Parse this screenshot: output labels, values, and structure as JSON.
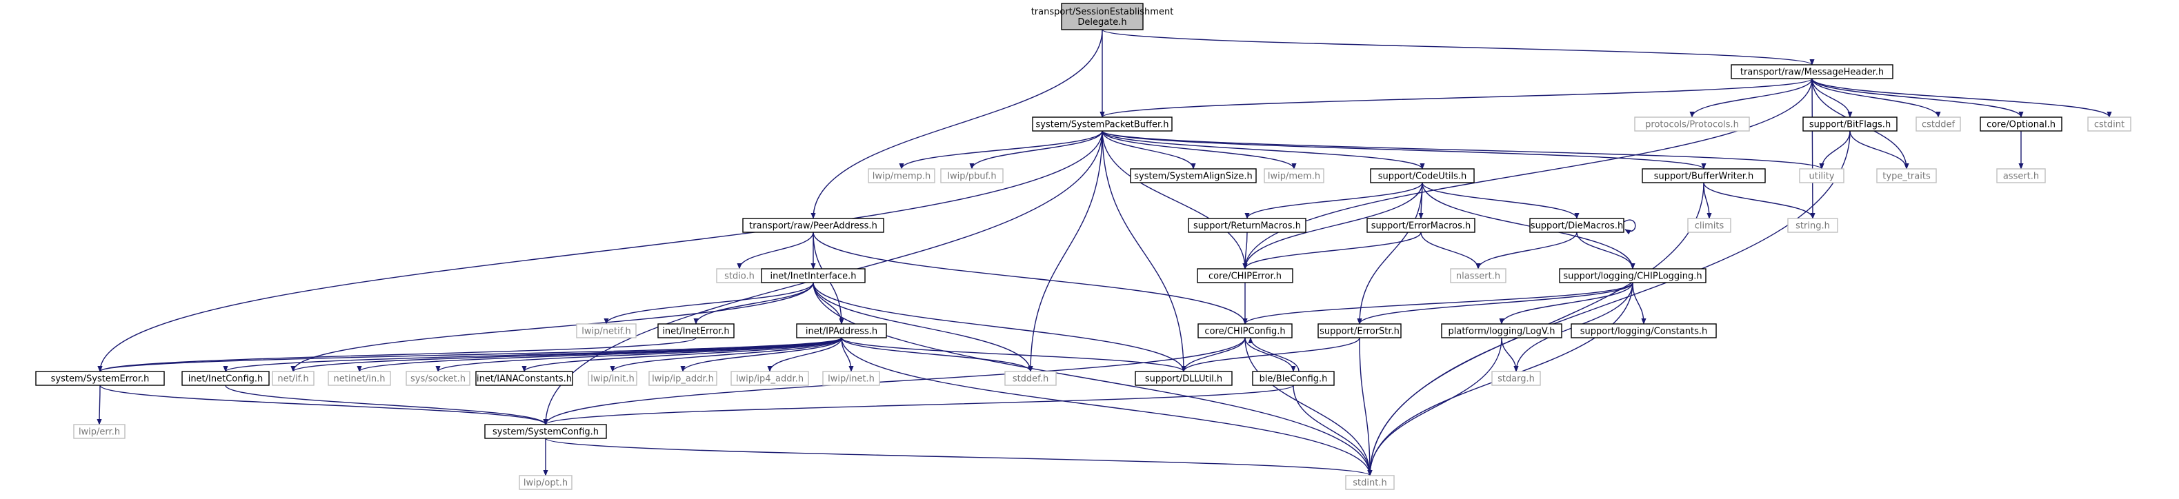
{
  "nodes": [
    {
      "id": "root",
      "label": "transport/SessionEstablishment\nDelegate.h",
      "kind": "root"
    },
    {
      "id": "mh",
      "label": "transport/raw/MessageHeader.h",
      "kind": "doc"
    },
    {
      "id": "spb",
      "label": "system/SystemPacketBuffer.h",
      "kind": "doc"
    },
    {
      "id": "protocols",
      "label": "protocols/Protocols.h",
      "kind": "ext"
    },
    {
      "id": "bitflags",
      "label": "support/BitFlags.h",
      "kind": "doc"
    },
    {
      "id": "cstddef",
      "label": "cstddef",
      "kind": "ext"
    },
    {
      "id": "optional",
      "label": "core/Optional.h",
      "kind": "doc"
    },
    {
      "id": "cstdint",
      "label": "cstdint",
      "kind": "ext"
    },
    {
      "id": "lwipmemp",
      "label": "lwip/memp.h",
      "kind": "ext"
    },
    {
      "id": "lwippbuf",
      "label": "lwip/pbuf.h",
      "kind": "ext"
    },
    {
      "id": "sysalign",
      "label": "system/SystemAlignSize.h",
      "kind": "doc"
    },
    {
      "id": "lwipmem",
      "label": "lwip/mem.h",
      "kind": "ext"
    },
    {
      "id": "codeutils",
      "label": "support/CodeUtils.h",
      "kind": "doc"
    },
    {
      "id": "bufwriter",
      "label": "support/BufferWriter.h",
      "kind": "doc"
    },
    {
      "id": "utility",
      "label": "utility",
      "kind": "ext"
    },
    {
      "id": "typetraits",
      "label": "type_traits",
      "kind": "ext"
    },
    {
      "id": "asserth",
      "label": "assert.h",
      "kind": "ext"
    },
    {
      "id": "peer",
      "label": "transport/raw/PeerAddress.h",
      "kind": "doc"
    },
    {
      "id": "climits",
      "label": "climits",
      "kind": "ext"
    },
    {
      "id": "stringh",
      "label": "string.h",
      "kind": "ext"
    },
    {
      "id": "retmacros",
      "label": "support/ReturnMacros.h",
      "kind": "doc"
    },
    {
      "id": "errmacros",
      "label": "support/ErrorMacros.h",
      "kind": "doc"
    },
    {
      "id": "diemacros",
      "label": "support/DieMacros.h",
      "kind": "doc"
    },
    {
      "id": "stdioh",
      "label": "stdio.h",
      "kind": "ext"
    },
    {
      "id": "inetif",
      "label": "inet/InetInterface.h",
      "kind": "doc"
    },
    {
      "id": "chiperror",
      "label": "core/CHIPError.h",
      "kind": "doc"
    },
    {
      "id": "nlassert",
      "label": "nlassert.h",
      "kind": "ext"
    },
    {
      "id": "chiplog",
      "label": "support/logging/CHIPLogging.h",
      "kind": "doc"
    },
    {
      "id": "lwipnetif",
      "label": "lwip/netif.h",
      "kind": "ext"
    },
    {
      "id": "ineterror",
      "label": "inet/InetError.h",
      "kind": "doc"
    },
    {
      "id": "ipaddr",
      "label": "inet/IPAddress.h",
      "kind": "doc"
    },
    {
      "id": "chipconfig",
      "label": "core/CHIPConfig.h",
      "kind": "doc"
    },
    {
      "id": "errstr",
      "label": "support/ErrorStr.h",
      "kind": "doc"
    },
    {
      "id": "logv",
      "label": "platform/logging/LogV.h",
      "kind": "doc"
    },
    {
      "id": "logconst",
      "label": "support/logging/Constants.h",
      "kind": "doc"
    },
    {
      "id": "syserror",
      "label": "system/SystemError.h",
      "kind": "doc"
    },
    {
      "id": "inetconfig",
      "label": "inet/InetConfig.h",
      "kind": "doc"
    },
    {
      "id": "netifh",
      "label": "net/if.h",
      "kind": "ext"
    },
    {
      "id": "netinet",
      "label": "netinet/in.h",
      "kind": "ext"
    },
    {
      "id": "syssocket",
      "label": "sys/socket.h",
      "kind": "ext"
    },
    {
      "id": "iana",
      "label": "inet/IANAConstants.h",
      "kind": "doc"
    },
    {
      "id": "lwipinit",
      "label": "lwip/init.h",
      "kind": "ext"
    },
    {
      "id": "lwipipaddr",
      "label": "lwip/ip_addr.h",
      "kind": "ext"
    },
    {
      "id": "lwipip4",
      "label": "lwip/ip4_addr.h",
      "kind": "ext"
    },
    {
      "id": "lwipinet",
      "label": "lwip/inet.h",
      "kind": "ext"
    },
    {
      "id": "stddefh",
      "label": "stddef.h",
      "kind": "ext"
    },
    {
      "id": "dlutil",
      "label": "support/DLLUtil.h",
      "kind": "doc"
    },
    {
      "id": "bleconfig",
      "label": "ble/BleConfig.h",
      "kind": "doc"
    },
    {
      "id": "stdargh",
      "label": "stdarg.h",
      "kind": "ext"
    },
    {
      "id": "lwiperr",
      "label": "lwip/err.h",
      "kind": "ext"
    },
    {
      "id": "sysconfig",
      "label": "system/SystemConfig.h",
      "kind": "doc"
    },
    {
      "id": "lwipopt",
      "label": "lwip/opt.h",
      "kind": "ext"
    },
    {
      "id": "stdinth",
      "label": "stdint.h",
      "kind": "ext"
    }
  ],
  "edges": [
    [
      "root",
      "mh"
    ],
    [
      "root",
      "spb"
    ],
    [
      "root",
      "peer"
    ],
    [
      "mh",
      "spb"
    ],
    [
      "mh",
      "protocols"
    ],
    [
      "mh",
      "bitflags"
    ],
    [
      "mh",
      "cstddef"
    ],
    [
      "mh",
      "optional"
    ],
    [
      "mh",
      "cstdint"
    ],
    [
      "mh",
      "stringh"
    ],
    [
      "mh",
      "typetraits"
    ],
    [
      "mh",
      "chiperror"
    ],
    [
      "spb",
      "lwipmemp"
    ],
    [
      "spb",
      "lwippbuf"
    ],
    [
      "spb",
      "sysalign"
    ],
    [
      "spb",
      "lwipmem"
    ],
    [
      "spb",
      "codeutils"
    ],
    [
      "spb",
      "bufwriter"
    ],
    [
      "spb",
      "utility"
    ],
    [
      "spb",
      "chiperror"
    ],
    [
      "spb",
      "syserror"
    ],
    [
      "spb",
      "sysconfig"
    ],
    [
      "spb",
      "stddefh"
    ],
    [
      "spb",
      "dlutil"
    ],
    [
      "bitflags",
      "utility"
    ],
    [
      "bitflags",
      "typetraits"
    ],
    [
      "bitflags",
      "stdinth"
    ],
    [
      "optional",
      "asserth"
    ],
    [
      "codeutils",
      "retmacros"
    ],
    [
      "codeutils",
      "errmacros"
    ],
    [
      "codeutils",
      "diemacros"
    ],
    [
      "codeutils",
      "chiplog"
    ],
    [
      "codeutils",
      "chiperror"
    ],
    [
      "codeutils",
      "errstr"
    ],
    [
      "bufwriter",
      "climits"
    ],
    [
      "bufwriter",
      "stringh"
    ],
    [
      "bufwriter",
      "stdinth"
    ],
    [
      "peer",
      "stdioh"
    ],
    [
      "peer",
      "inetif"
    ],
    [
      "peer",
      "ipaddr"
    ],
    [
      "peer",
      "chipconfig"
    ],
    [
      "retmacros",
      "chiperror"
    ],
    [
      "errmacros",
      "chiperror"
    ],
    [
      "errmacros",
      "nlassert"
    ],
    [
      "diemacros",
      "diemacros"
    ],
    [
      "diemacros",
      "chiplog"
    ],
    [
      "diemacros",
      "nlassert"
    ],
    [
      "inetif",
      "lwipnetif"
    ],
    [
      "inetif",
      "ineterror"
    ],
    [
      "inetif",
      "ipaddr"
    ],
    [
      "inetif",
      "netifh"
    ],
    [
      "inetif",
      "stddefh"
    ],
    [
      "inetif",
      "stdinth"
    ],
    [
      "inetif",
      "dlutil"
    ],
    [
      "chiperror",
      "chipconfig"
    ],
    [
      "chiplog",
      "chipconfig"
    ],
    [
      "chiplog",
      "errstr"
    ],
    [
      "chiplog",
      "logv"
    ],
    [
      "chiplog",
      "logconst"
    ],
    [
      "chiplog",
      "stdargh"
    ],
    [
      "chiplog",
      "stdinth"
    ],
    [
      "ineterror",
      "syserror"
    ],
    [
      "ipaddr",
      "syserror"
    ],
    [
      "ipaddr",
      "inetconfig"
    ],
    [
      "ipaddr",
      "netifh"
    ],
    [
      "ipaddr",
      "netinet"
    ],
    [
      "ipaddr",
      "syssocket"
    ],
    [
      "ipaddr",
      "iana"
    ],
    [
      "ipaddr",
      "lwipinit"
    ],
    [
      "ipaddr",
      "lwipipaddr"
    ],
    [
      "ipaddr",
      "lwipip4"
    ],
    [
      "ipaddr",
      "lwipinet"
    ],
    [
      "ipaddr",
      "stddefh"
    ],
    [
      "ipaddr",
      "dlutil"
    ],
    [
      "ipaddr",
      "stdinth"
    ],
    [
      "chipconfig",
      "dlutil"
    ],
    [
      "chipconfig",
      "bleconfig"
    ],
    [
      "chipconfig",
      "sysconfig"
    ],
    [
      "chipconfig",
      "stdinth"
    ],
    [
      "errstr",
      "dlutil"
    ],
    [
      "errstr",
      "stdinth"
    ],
    [
      "logv",
      "stdargh"
    ],
    [
      "logv",
      "stdinth"
    ],
    [
      "syserror",
      "lwiperr"
    ],
    [
      "syserror",
      "sysconfig"
    ],
    [
      "inetconfig",
      "sysconfig"
    ],
    [
      "bleconfig",
      "chipconfig"
    ],
    [
      "bleconfig",
      "sysconfig"
    ],
    [
      "bleconfig",
      "stdinth"
    ],
    [
      "sysconfig",
      "lwipopt"
    ],
    [
      "sysconfig",
      "stdinth"
    ]
  ]
}
